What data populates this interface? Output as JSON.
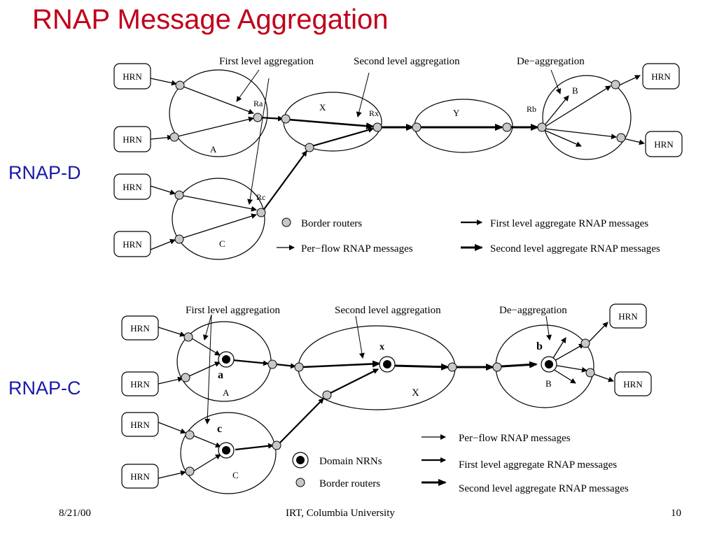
{
  "title": "RNAP Message Aggregation",
  "side_labels": {
    "rnap_d": "RNAP-D",
    "rnap_c": "RNAP-C"
  },
  "footer": {
    "date": "8/21/00",
    "org": "IRT, Columbia University",
    "page": "10"
  },
  "diagram_d": {
    "hrn": "HRN",
    "callouts": {
      "first": "First level aggregation",
      "second": "Second level aggregation",
      "de": "De−aggregation"
    },
    "routers": {
      "ra": "Ra",
      "rx": "Rx",
      "rc": "Rc",
      "rb": "Rb"
    },
    "domains": {
      "a": "A",
      "c": "C",
      "x": "X",
      "y": "Y",
      "b": "B"
    },
    "legend": {
      "border_routers": "Border routers",
      "per_flow": "Per−flow RNAP messages",
      "first_level": "First level aggregate RNAP messages",
      "second_level": "Second level aggregate RNAP messages"
    }
  },
  "diagram_c": {
    "hrn": "HRN",
    "callouts": {
      "first": "First level aggregation",
      "second": "Second level aggregation",
      "de": "De−aggregation"
    },
    "nrns": {
      "a": "a",
      "c": "c",
      "x": "x",
      "b": "b"
    },
    "domains": {
      "a": "A",
      "c": "C",
      "x": "X",
      "b": "B"
    },
    "legend": {
      "per_flow": "Per−flow RNAP messages",
      "domain_nrns": "Domain NRNs",
      "border_routers": "Border routers",
      "first_level": "First level aggregate RNAP messages",
      "second_level": "Second level aggregate RNAP messages"
    }
  }
}
